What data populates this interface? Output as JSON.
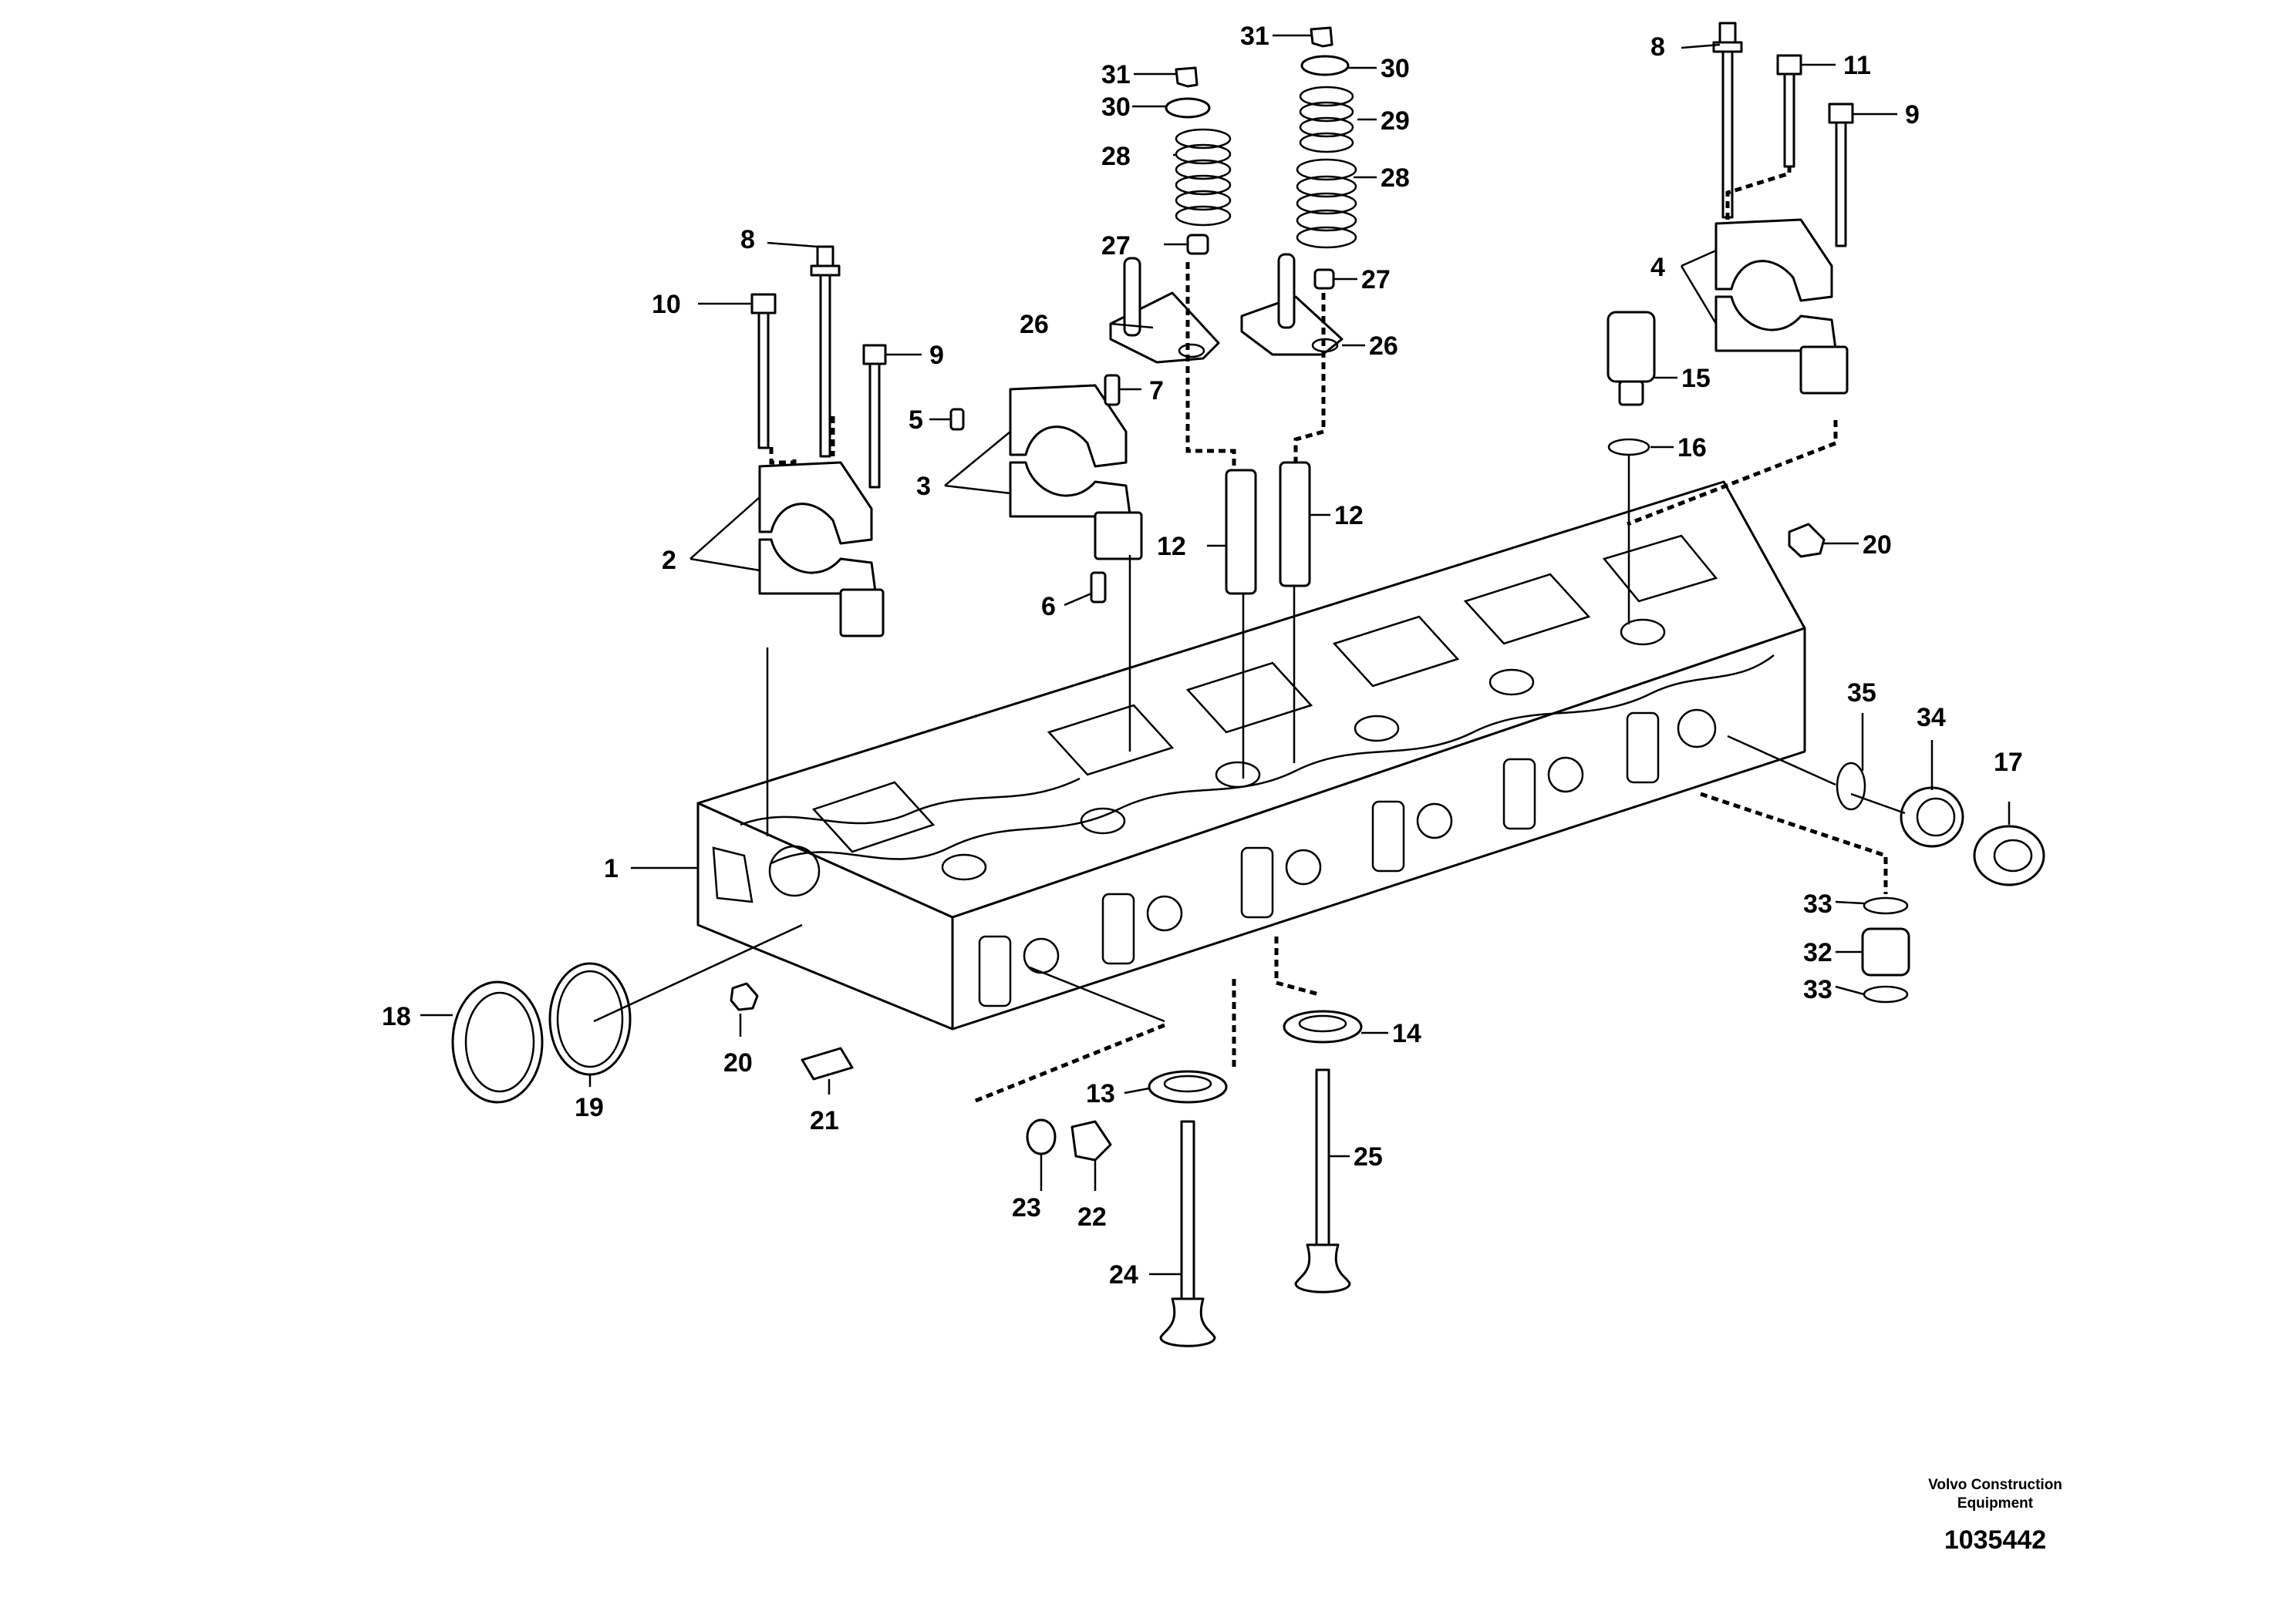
{
  "callouts": {
    "c1": "1",
    "c2": "2",
    "c3": "3",
    "c4": "4",
    "c5": "5",
    "c6": "6",
    "c7": "7",
    "c8": "8",
    "c9": "9",
    "c10": "10",
    "c11": "11",
    "c12": "12",
    "c13": "13",
    "c14": "14",
    "c15": "15",
    "c16": "16",
    "c17": "17",
    "c18": "18",
    "c19": "19",
    "c20": "20",
    "c21": "21",
    "c22": "22",
    "c23": "23",
    "c24": "24",
    "c25": "25",
    "c26": "26",
    "c27": "27",
    "c28": "28",
    "c29": "29",
    "c30": "30",
    "c31": "31",
    "c32": "32",
    "c33": "33",
    "c34": "34",
    "c35": "35"
  },
  "footer": {
    "manufacturer_line1": "Volvo Construction",
    "manufacturer_line2": "Equipment",
    "document_number": "1035442"
  }
}
